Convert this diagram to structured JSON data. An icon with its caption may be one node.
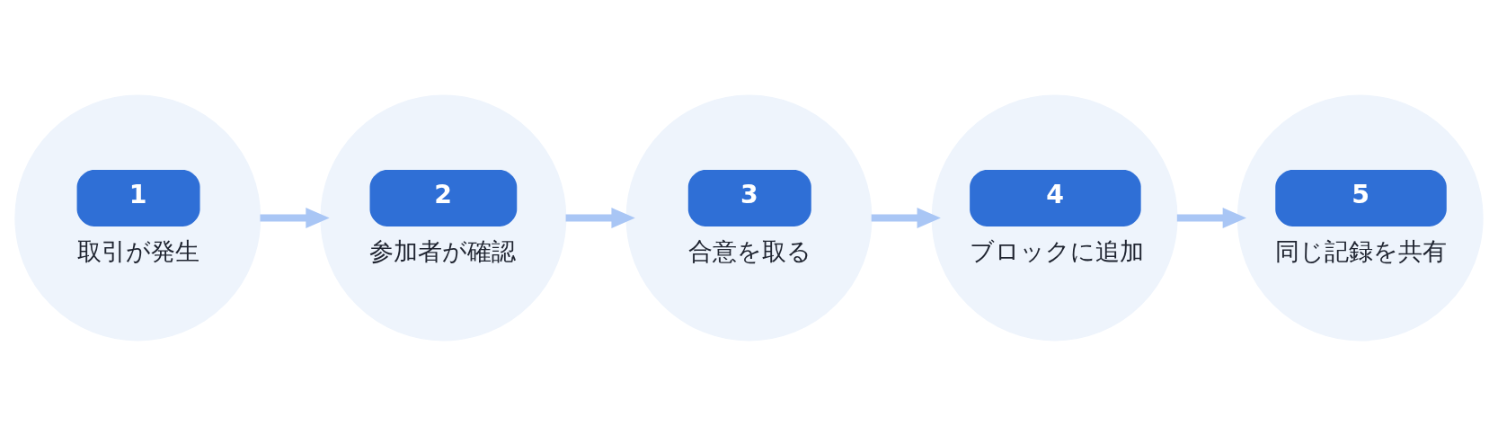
{
  "diagram": {
    "nodes": [
      {
        "text": [
          "1",
          "取引が発生"
        ]
      },
      {
        "text": [
          "2",
          "参加者が確認"
        ]
      },
      {
        "text": [
          "3",
          "合意を取る"
        ]
      },
      {
        "text": [
          "4",
          "ブロックに追加"
        ]
      },
      {
        "text": [
          "5",
          "同じ記録を共有"
        ]
      }
    ],
    "edges": [
      {
        "from": 0,
        "to": 1,
        "arrow": "to"
      },
      {
        "from": 1,
        "to": 2,
        "arrow": "to"
      },
      {
        "from": 2,
        "to": 3,
        "arrow": "to"
      },
      {
        "from": 3,
        "to": 4,
        "arrow": "to"
      }
    ]
  }
}
